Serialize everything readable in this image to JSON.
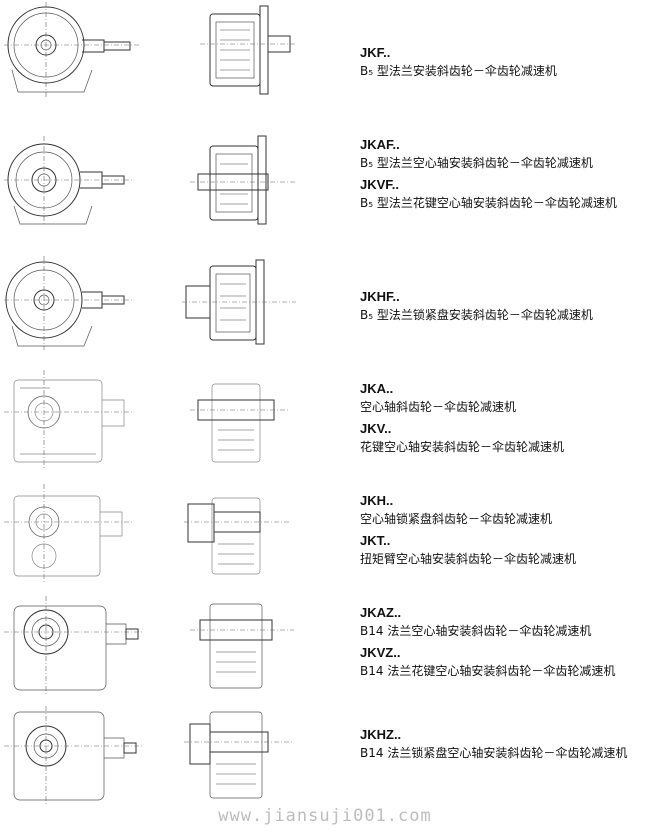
{
  "rows": [
    {
      "items": [
        {
          "model": "JKF..",
          "desc": "B₅ 型法兰安装斜齿轮－伞齿轮减速机"
        }
      ]
    },
    {
      "items": [
        {
          "model": "JKAF..",
          "desc": "B₅ 型法兰空心轴安装斜齿轮－伞齿轮减速机"
        },
        {
          "model": "JKVF..",
          "desc": "B₅ 型法兰花键空心轴安装斜齿轮－伞齿轮减速机"
        }
      ]
    },
    {
      "items": [
        {
          "model": "JKHF..",
          "desc": "B₅ 型法兰锁紧盘安装斜齿轮－伞齿轮减速机"
        }
      ]
    },
    {
      "items": [
        {
          "model": "JKA..",
          "desc": "空心轴斜齿轮－伞齿轮减速机"
        },
        {
          "model": "JKV..",
          "desc": "花键空心轴安装斜齿轮－伞齿轮减速机"
        }
      ]
    },
    {
      "items": [
        {
          "model": "JKH..",
          "desc": "空心轴锁紧盘斜齿轮－伞齿轮减速机"
        },
        {
          "model": "JKT..",
          "desc": "扭矩臂空心轴安装斜齿轮－伞齿轮减速机"
        }
      ]
    },
    {
      "items": [
        {
          "model": "JKAZ..",
          "desc": "B14 法兰空心轴安装斜齿轮－伞齿轮减速机"
        },
        {
          "model": "JKVZ..",
          "desc": "B14 法兰花键空心轴安装斜齿轮－伞齿轮减速机"
        }
      ]
    },
    {
      "items": [
        {
          "model": "JKHZ..",
          "desc": "B14 法兰锁紧盘空心轴安装斜齿轮－伞齿轮减速机"
        }
      ]
    }
  ],
  "footer": {
    "watermark": "www.jiansuji001.com"
  }
}
